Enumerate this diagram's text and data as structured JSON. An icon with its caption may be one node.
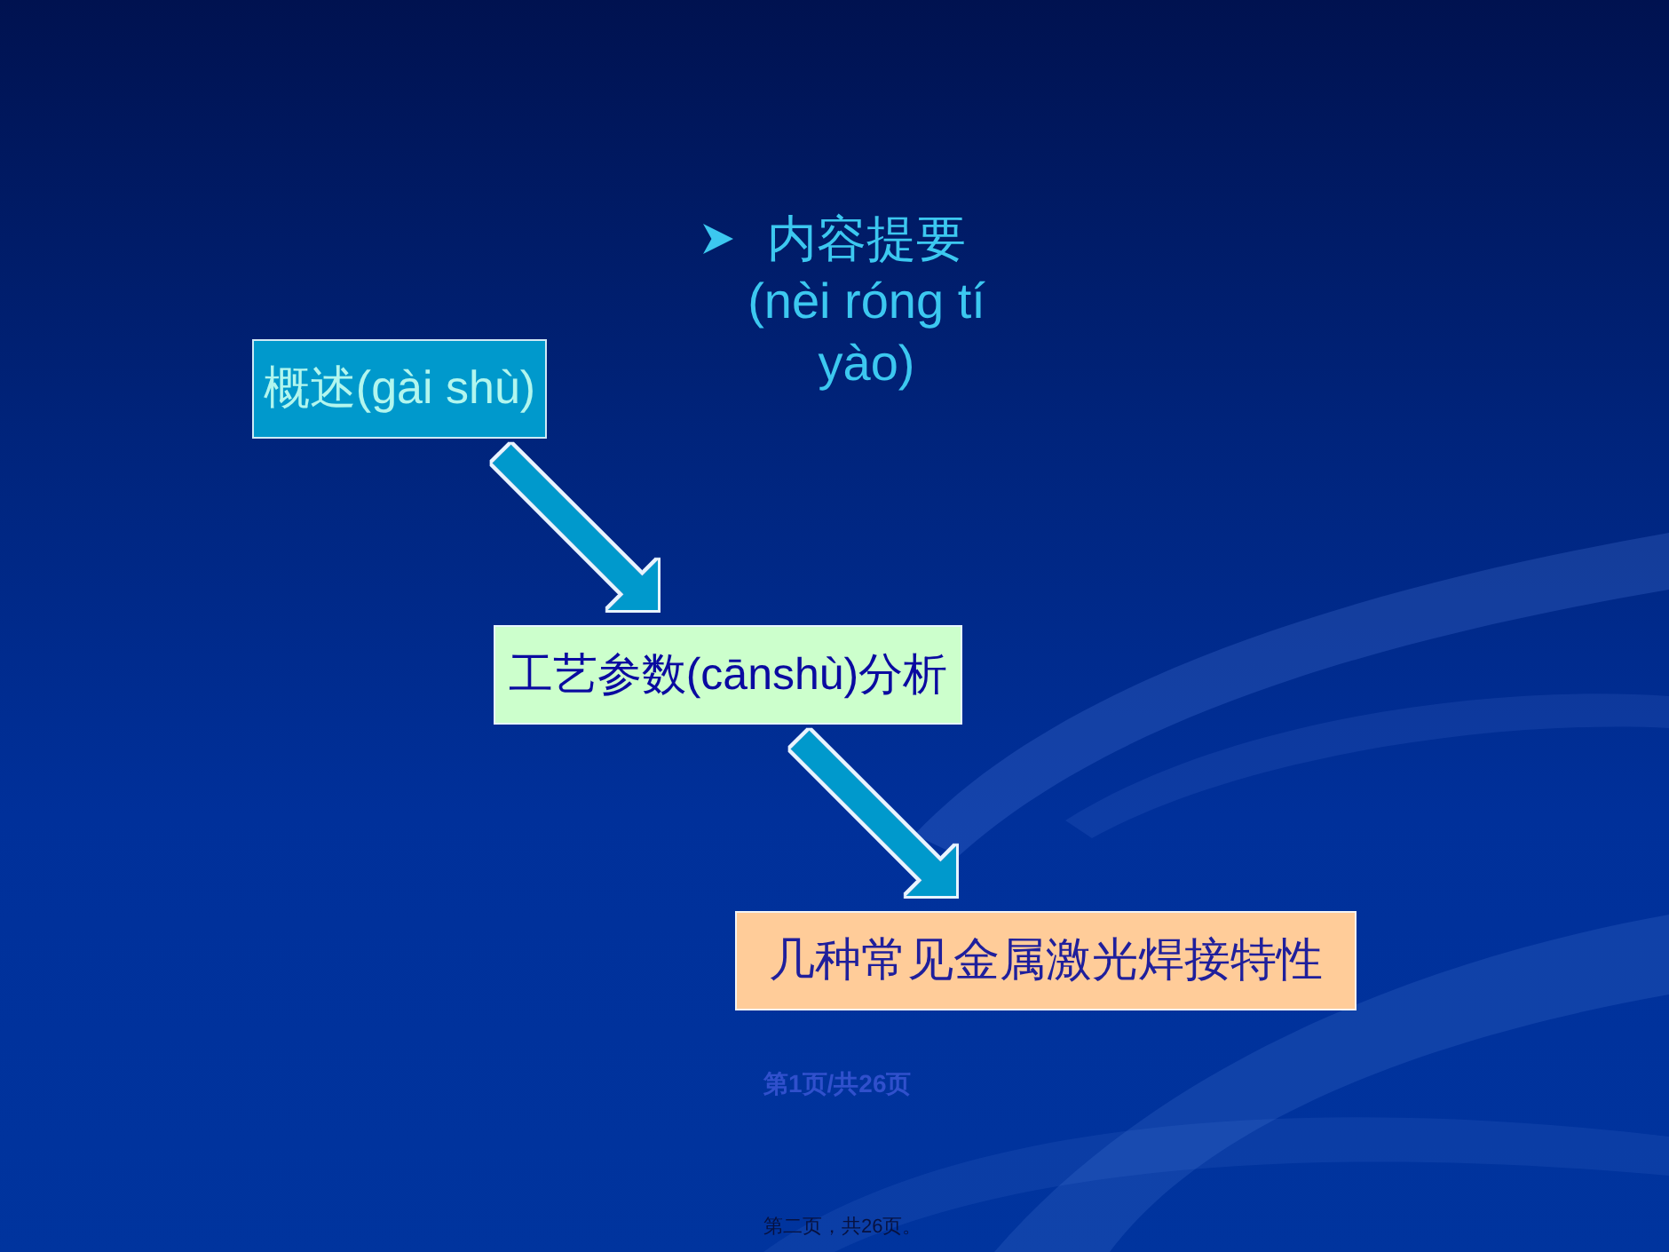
{
  "diagram": {
    "title": "内容提要(nèi róng tí yào)",
    "nodes": [
      {
        "text": [
          "概述(gài shù)"
        ]
      },
      {
        "text": [
          "工艺参数(cānshù)分析"
        ]
      },
      {
        "text": [
          "几种常见金属激光焊接特性"
        ]
      }
    ],
    "edges": [
      {
        "from": 0,
        "to": 1,
        "arrow": "to"
      },
      {
        "from": 1,
        "to": 2,
        "arrow": "to"
      }
    ],
    "labels": [
      "第1页/共26页",
      "第二页，共26页。"
    ]
  }
}
